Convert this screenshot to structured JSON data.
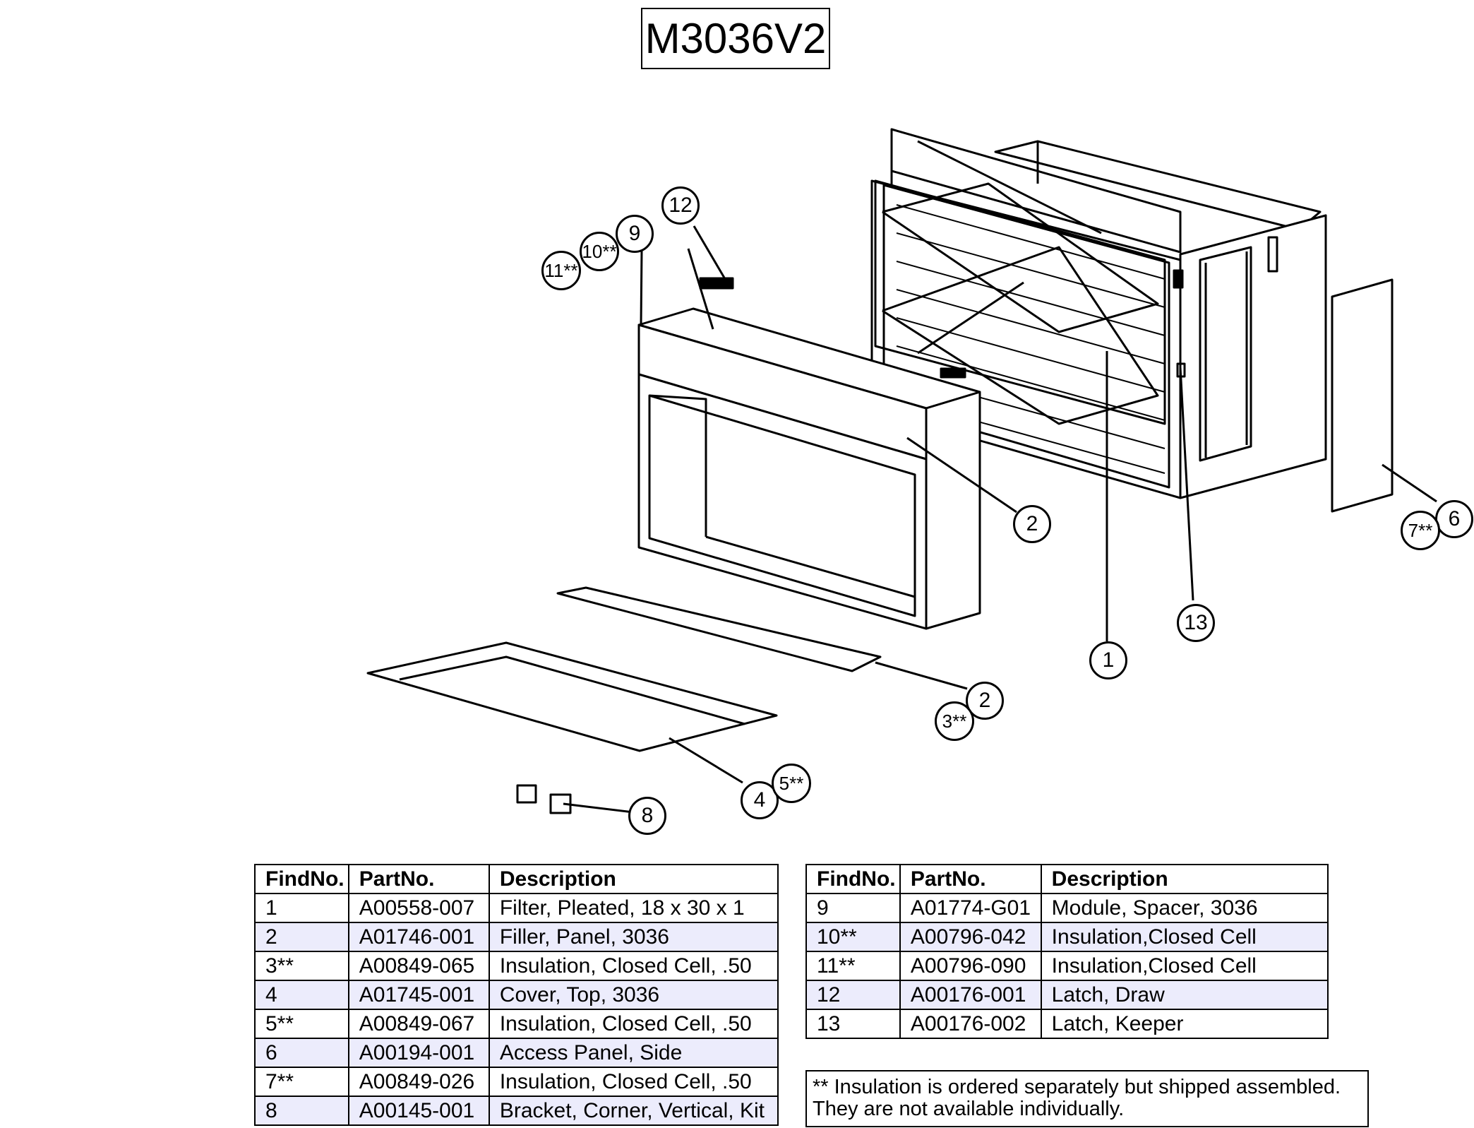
{
  "title": "M3036V2",
  "callouts": [
    "1",
    "2",
    "2",
    "3**",
    "4",
    "5**",
    "6",
    "7**",
    "8",
    "9",
    "10**",
    "11**",
    "12",
    "13"
  ],
  "table_left": {
    "headers": [
      "FindNo.",
      "PartNo.",
      "Description"
    ],
    "rows": [
      [
        "1",
        "A00558-007",
        "Filter, Pleated, 18 x 30 x 1"
      ],
      [
        "2",
        "A01746-001",
        "Filler, Panel, 3036"
      ],
      [
        "3**",
        "A00849-065",
        "Insulation, Closed Cell, .50"
      ],
      [
        "4",
        "A01745-001",
        "Cover, Top, 3036"
      ],
      [
        "5**",
        "A00849-067",
        "Insulation, Closed Cell, .50"
      ],
      [
        "6",
        "A00194-001",
        "Access Panel, Side"
      ],
      [
        "7**",
        "A00849-026",
        "Insulation, Closed Cell, .50"
      ],
      [
        "8",
        "A00145-001",
        "Bracket, Corner, Vertical, Kit"
      ]
    ]
  },
  "table_right": {
    "headers": [
      "FindNo.",
      "PartNo.",
      "Description"
    ],
    "rows": [
      [
        "9",
        "A01774-G01",
        "Module, Spacer, 3036"
      ],
      [
        "10**",
        "A00796-042",
        "Insulation,Closed Cell"
      ],
      [
        "11**",
        "A00796-090",
        "Insulation,Closed Cell"
      ],
      [
        "12",
        "A00176-001",
        "Latch, Draw"
      ],
      [
        "13",
        "A00176-002",
        "Latch, Keeper"
      ]
    ]
  },
  "note": {
    "line1": "** Insulation is ordered separately but shipped assembled.",
    "line2": "They are not available individually."
  }
}
